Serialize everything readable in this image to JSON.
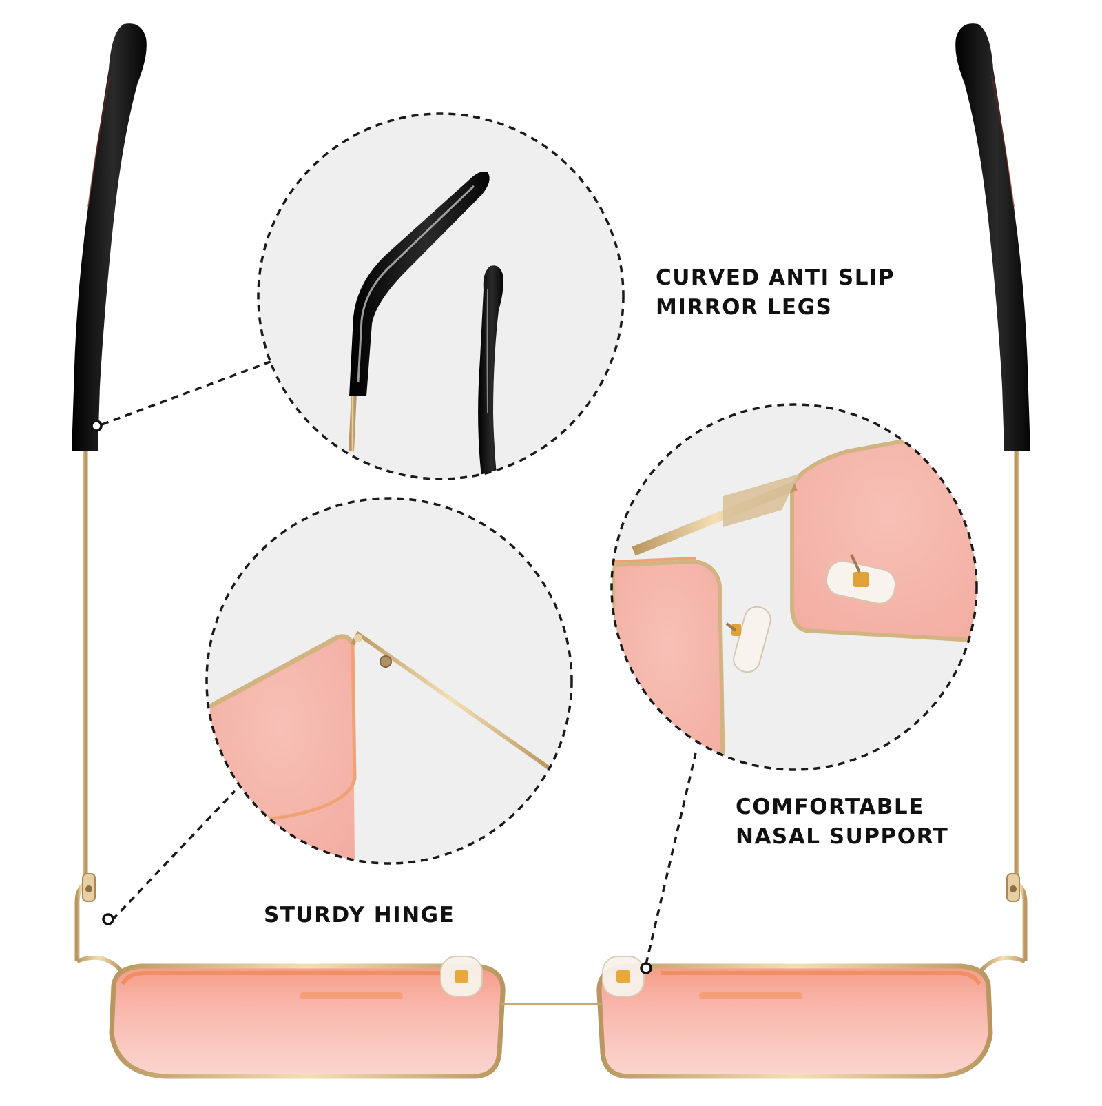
{
  "callouts": {
    "legs": {
      "line1": "CURVED ANTI SLIP",
      "line2": "MIRROR LEGS"
    },
    "nasal": {
      "line1": "COMFORTABLE",
      "line2": "NASAL SUPPORT"
    },
    "hinge": {
      "line1": "STURDY HINGE"
    }
  },
  "colors": {
    "background": "#ffffff",
    "circle_fill": "#efefef",
    "dashed_line": "#1a1a1a",
    "gold_frame": "#d2b483",
    "lens_pink": "#f7c3bb",
    "lens_rim_orange": "#f2a07a",
    "temple_tip_black": "#141414",
    "nose_pad": "#f6f0e8"
  }
}
